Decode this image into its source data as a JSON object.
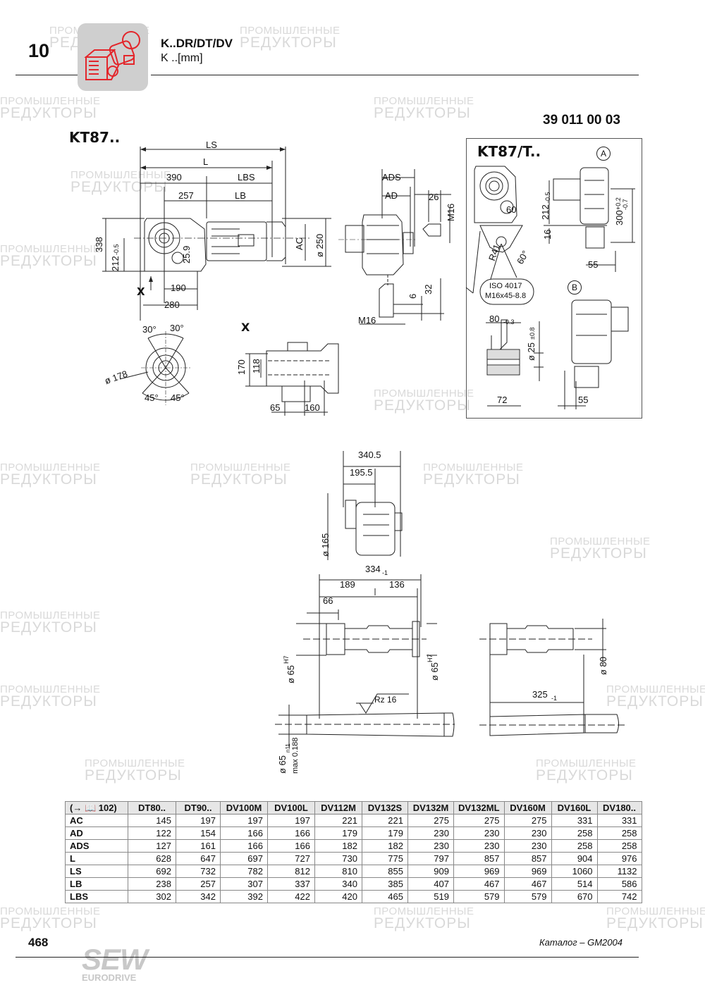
{
  "header": {
    "chapter_number": "10",
    "title": "K..DR/DT/DV",
    "subtitle": "K ..[mm]",
    "chapter_icon": "gearmotor-icon",
    "accent_color": "#e3262b"
  },
  "doc_number": "39 011 00 03",
  "watermark": {
    "line1": "ПРОМЫШЛЕННЫЕ",
    "line2": "РЕДУКТОРЫ"
  },
  "drawings": {
    "main": {
      "label": "KT87..",
      "dims": {
        "LS": "LS",
        "L": "L",
        "d390": "390",
        "LBS": "LBS",
        "d257": "257",
        "LB": "LB",
        "d338": "338",
        "d212": "212",
        "d212_tol": "-0.5",
        "d25_9": "25.9",
        "d190": "190",
        "d280": "280",
        "x_marker": "X",
        "AC": "AC",
        "d250": "ø 250"
      }
    },
    "side": {
      "dims": {
        "ADS": "ADS",
        "AD": "AD",
        "d26": "26",
        "M16_top": "M16",
        "d32": "32",
        "d6": "6",
        "M16_bottom": "M16"
      }
    },
    "flange": {
      "dims": {
        "a30_left": "30°",
        "a30_right": "30°",
        "d178": "ø 178",
        "a45_left": "45°",
        "a45_right": "45°"
      }
    },
    "view_x": {
      "label": "X",
      "dims": {
        "d170": "170",
        "d118": "118",
        "d65": "65",
        "d160": "160"
      }
    },
    "kt87t": {
      "label": "KT87/T..",
      "view_a": "A",
      "view_b": "B",
      "dims": {
        "d60": "60",
        "d212": "212",
        "d212_tol": "-0.5",
        "d16": "16",
        "d300": "300",
        "d300_tol_up": "+0.2",
        "d300_tol_down": "-0.7",
        "R41": "R41",
        "a60": "60°",
        "d55_a": "55",
        "iso_line1": "ISO 4017",
        "iso_line2": "M16x45-8.8",
        "d80": "80",
        "d80_tol": "-0.3",
        "d25": "ø 25",
        "d25_tol": "±0.8",
        "d72": "72",
        "d55_b": "55"
      }
    },
    "shaft": {
      "dims": {
        "d340_5": "340.5",
        "d195_5": "195.5",
        "d165": "ø 165",
        "d334": "334",
        "d334_tol": "-1",
        "d189": "189",
        "d136": "136",
        "d66": "66",
        "d65_h7_left": "ø 65",
        "d65_h7_right": "ø 65",
        "h7": "H7",
        "rz16": "Rz 16",
        "d65_n11": "ø 65",
        "n11": "n11",
        "max0188": "max 0.188",
        "d325": "325",
        "d325_tol": "-1",
        "d80": "ø 80"
      }
    }
  },
  "table": {
    "corner_label": "(→ 📖 102)",
    "columns": [
      "DT80..",
      "DT90..",
      "DV100M",
      "DV100L",
      "DV112M",
      "DV132S",
      "DV132M",
      "DV132ML",
      "DV160M",
      "DV160L",
      "DV180.."
    ],
    "rows": [
      {
        "label": "AC",
        "values": [
          "145",
          "197",
          "197",
          "197",
          "221",
          "221",
          "275",
          "275",
          "275",
          "331",
          "331"
        ]
      },
      {
        "label": "AD",
        "values": [
          "122",
          "154",
          "166",
          "166",
          "179",
          "179",
          "230",
          "230",
          "230",
          "258",
          "258"
        ]
      },
      {
        "label": "ADS",
        "values": [
          "127",
          "161",
          "166",
          "166",
          "182",
          "182",
          "230",
          "230",
          "230",
          "258",
          "258"
        ]
      },
      {
        "label": "L",
        "values": [
          "628",
          "647",
          "697",
          "727",
          "730",
          "775",
          "797",
          "857",
          "857",
          "904",
          "976"
        ]
      },
      {
        "label": "LS",
        "values": [
          "692",
          "732",
          "782",
          "812",
          "810",
          "855",
          "909",
          "969",
          "969",
          "1060",
          "1132"
        ]
      },
      {
        "label": "LB",
        "values": [
          "238",
          "257",
          "307",
          "337",
          "340",
          "385",
          "407",
          "467",
          "467",
          "514",
          "586"
        ]
      },
      {
        "label": "LBS",
        "values": [
          "302",
          "342",
          "392",
          "422",
          "420",
          "465",
          "519",
          "579",
          "579",
          "670",
          "742"
        ]
      }
    ]
  },
  "footer": {
    "page_number": "468",
    "logo_main": "SEW",
    "logo_sub": "EURODRIVE",
    "catalog_ref": "Каталог – GM2004"
  }
}
